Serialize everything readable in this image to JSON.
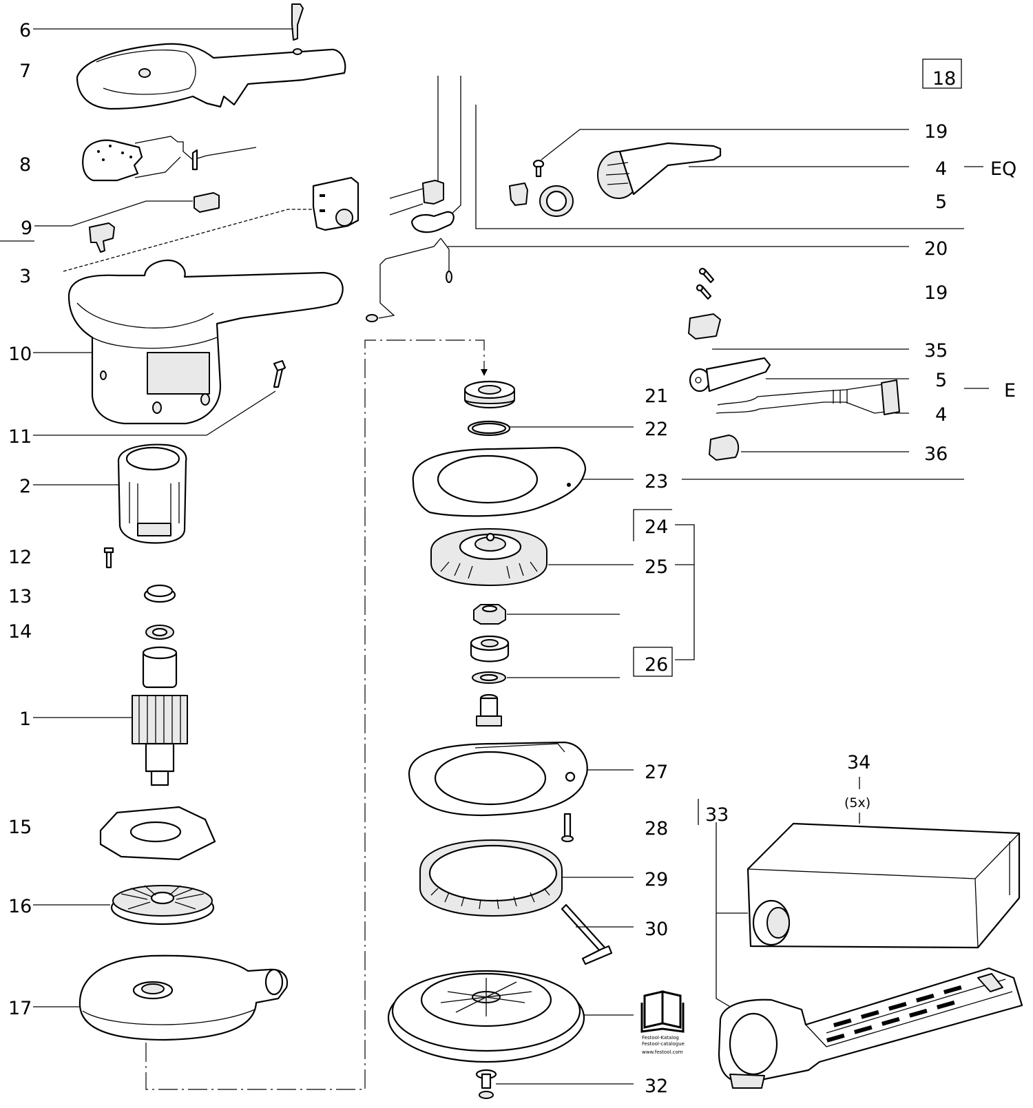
{
  "diagram": {
    "type": "exploded-parts-diagram",
    "subject": "random orbital sander",
    "callouts": {
      "c6": "6",
      "c7": "7",
      "c8": "8",
      "c9": "9",
      "c3": "3",
      "c10": "10",
      "c11": "11",
      "c2": "2",
      "c12": "12",
      "c13": "13",
      "c14": "14",
      "c1": "1",
      "c15": "15",
      "c16": "16",
      "c17": "17",
      "c18": "18",
      "c19a": "19",
      "c4a": "4",
      "c5a": "5",
      "c20": "20",
      "c19b": "19",
      "c35": "35",
      "c5b": "5",
      "c4b": "4",
      "c36": "36",
      "c21": "21",
      "c22": "22",
      "c23": "23",
      "c24": "24",
      "c25": "25",
      "c26": "26",
      "c27": "27",
      "c28": "28",
      "c29": "29",
      "c30": "30",
      "c32": "32",
      "c33": "33",
      "c34": "34",
      "c34qty": "(5x)"
    },
    "variants": {
      "eq": "EQ",
      "e": "E"
    },
    "boxed_callouts": [
      "18",
      "24",
      "26"
    ],
    "catalog": {
      "icon": "book-icon",
      "line1": "Festool-Katalog",
      "line2": "Festool-catalogue",
      "line3": "www.festool.com"
    }
  }
}
